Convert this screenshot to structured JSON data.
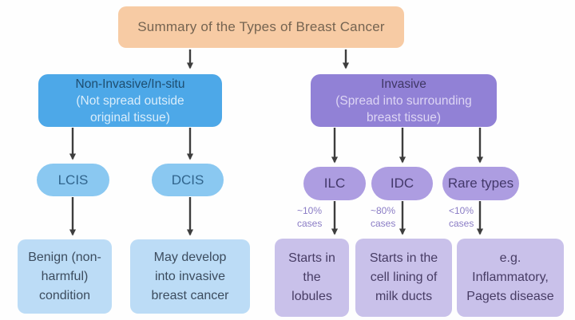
{
  "title": "Summary of the Types of Breast Cancer",
  "left_branch": {
    "heading": "Non-Invasive/In-situ",
    "subtext": "(Not spread outside\noriginal tissue)",
    "children": [
      {
        "label": "LCIS",
        "outcome": "Benign  (non-\nharmful)\ncondition"
      },
      {
        "label": "DCIS",
        "outcome": "May develop\ninto invasive\nbreast cancer"
      }
    ]
  },
  "right_branch": {
    "heading": "Invasive",
    "subtext": "(Spread into surrounding\nbreast tissue)",
    "children": [
      {
        "label": "ILC",
        "share": "~10%\ncases",
        "outcome": "Starts in\nthe\nlobules"
      },
      {
        "label": "IDC",
        "share": "~80%\ncases",
        "outcome": "Starts in the\ncell lining of\nmilk ducts"
      },
      {
        "label": "Rare types",
        "share": "<10%\ncases",
        "outcome": "e.g.\nInflammatory,\nPagets disease"
      }
    ]
  },
  "colors": {
    "title_bg": "#f7cba4",
    "non_invasive_bg": "#4da8e8",
    "non_invasive_pill_bg": "#8ac8f1",
    "non_invasive_leaf_bg": "#bcdcf6",
    "invasive_bg": "#9181d6",
    "invasive_pill_bg": "#ad9de1",
    "invasive_leaf_bg": "#c9c1ea",
    "arrow": "#3d3d3d"
  }
}
